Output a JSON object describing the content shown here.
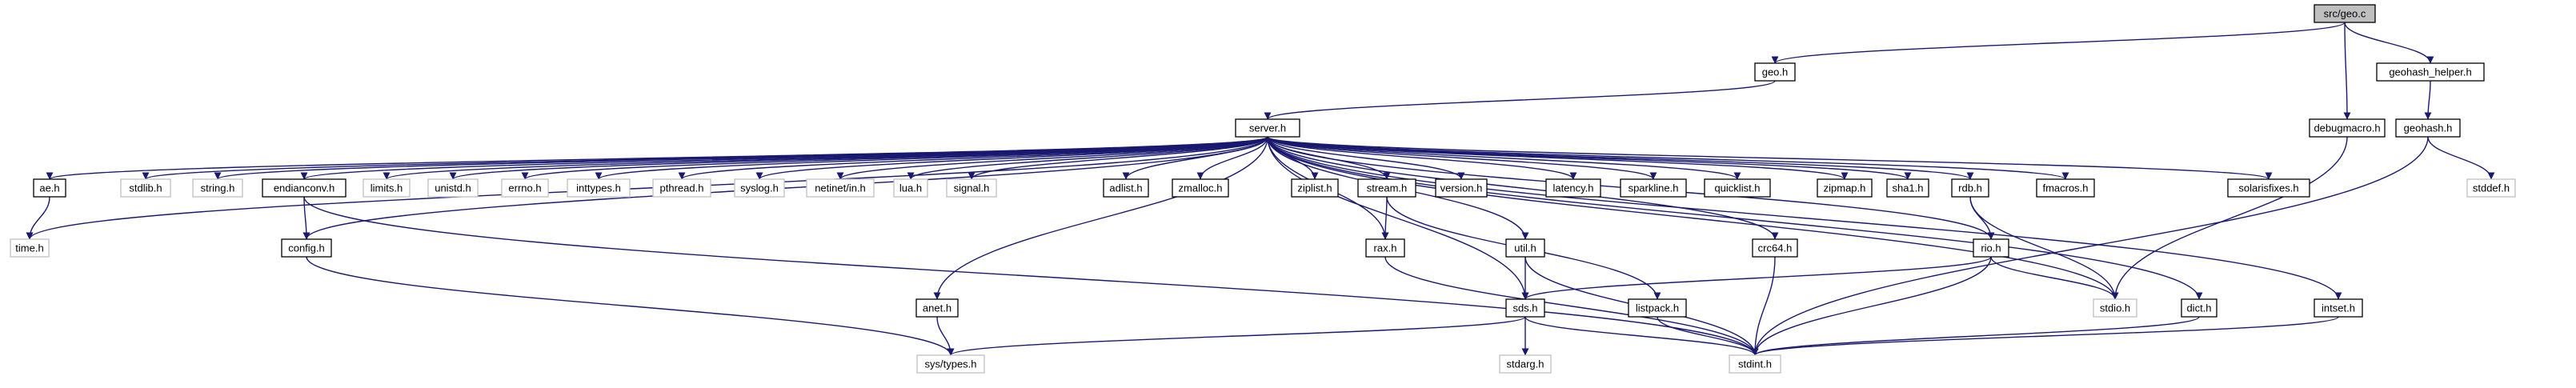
{
  "colors": {
    "edge": "#191970",
    "root_fill": "#bfbfbf",
    "node_fill": "#ffffff",
    "node_stroke": "#000000",
    "external_stroke": "#bfbfbf"
  },
  "nodes": [
    {
      "id": "geo_c",
      "label": "src/geo.c",
      "kind": "root"
    },
    {
      "id": "geo_h",
      "label": "geo.h",
      "kind": "local"
    },
    {
      "id": "debugmacro_h",
      "label": "debugmacro.h",
      "kind": "local"
    },
    {
      "id": "geohash_helper_h",
      "label": "geohash_helper.h",
      "kind": "local"
    },
    {
      "id": "server_h",
      "label": "server.h",
      "kind": "local"
    },
    {
      "id": "geohash_h",
      "label": "geohash.h",
      "kind": "local"
    },
    {
      "id": "ae_h",
      "label": "ae.h",
      "kind": "local"
    },
    {
      "id": "stdlib_h",
      "label": "stdlib.h",
      "kind": "external"
    },
    {
      "id": "string_h",
      "label": "string.h",
      "kind": "external"
    },
    {
      "id": "endianconv_h",
      "label": "endianconv.h",
      "kind": "local"
    },
    {
      "id": "limits_h",
      "label": "limits.h",
      "kind": "external"
    },
    {
      "id": "unistd_h",
      "label": "unistd.h",
      "kind": "external"
    },
    {
      "id": "errno_h",
      "label": "errno.h",
      "kind": "external"
    },
    {
      "id": "inttypes_h",
      "label": "inttypes.h",
      "kind": "external"
    },
    {
      "id": "pthread_h",
      "label": "pthread.h",
      "kind": "external"
    },
    {
      "id": "syslog_h",
      "label": "syslog.h",
      "kind": "external"
    },
    {
      "id": "netinet_in_h",
      "label": "netinet/in.h",
      "kind": "external"
    },
    {
      "id": "lua_h",
      "label": "lua.h",
      "kind": "external"
    },
    {
      "id": "signal_h",
      "label": "signal.h",
      "kind": "external"
    },
    {
      "id": "adlist_h",
      "label": "adlist.h",
      "kind": "local"
    },
    {
      "id": "zmalloc_h",
      "label": "zmalloc.h",
      "kind": "local"
    },
    {
      "id": "ziplist_h",
      "label": "ziplist.h",
      "kind": "local"
    },
    {
      "id": "stream_h",
      "label": "stream.h",
      "kind": "local"
    },
    {
      "id": "version_h",
      "label": "version.h",
      "kind": "local"
    },
    {
      "id": "latency_h",
      "label": "latency.h",
      "kind": "local"
    },
    {
      "id": "sparkline_h",
      "label": "sparkline.h",
      "kind": "local"
    },
    {
      "id": "quicklist_h",
      "label": "quicklist.h",
      "kind": "local"
    },
    {
      "id": "zipmap_h",
      "label": "zipmap.h",
      "kind": "local"
    },
    {
      "id": "sha1_h",
      "label": "sha1.h",
      "kind": "local"
    },
    {
      "id": "rdb_h",
      "label": "rdb.h",
      "kind": "local"
    },
    {
      "id": "fmacros_h",
      "label": "fmacros.h",
      "kind": "local"
    },
    {
      "id": "solarisfixes_h",
      "label": "solarisfixes.h",
      "kind": "local"
    },
    {
      "id": "stddef_h",
      "label": "stddef.h",
      "kind": "external"
    },
    {
      "id": "time_h",
      "label": "time.h",
      "kind": "external"
    },
    {
      "id": "config_h",
      "label": "config.h",
      "kind": "local"
    },
    {
      "id": "util_h",
      "label": "util.h",
      "kind": "local"
    },
    {
      "id": "rax_h",
      "label": "rax.h",
      "kind": "local"
    },
    {
      "id": "crc64_h",
      "label": "crc64.h",
      "kind": "local"
    },
    {
      "id": "rio_h",
      "label": "rio.h",
      "kind": "local"
    },
    {
      "id": "anet_h",
      "label": "anet.h",
      "kind": "local"
    },
    {
      "id": "sds_h",
      "label": "sds.h",
      "kind": "local"
    },
    {
      "id": "listpack_h",
      "label": "listpack.h",
      "kind": "local"
    },
    {
      "id": "stdio_h",
      "label": "stdio.h",
      "kind": "external"
    },
    {
      "id": "dict_h",
      "label": "dict.h",
      "kind": "local"
    },
    {
      "id": "intset_h",
      "label": "intset.h",
      "kind": "local"
    },
    {
      "id": "sys_types_h",
      "label": "sys/types.h",
      "kind": "external"
    },
    {
      "id": "stdint_h",
      "label": "stdint.h",
      "kind": "external"
    },
    {
      "id": "stdarg_h",
      "label": "stdarg.h",
      "kind": "external"
    }
  ],
  "edges": [
    [
      "geo_c",
      "geo_h"
    ],
    [
      "geo_c",
      "debugmacro_h"
    ],
    [
      "geo_c",
      "geohash_helper_h"
    ],
    [
      "geo_h",
      "server_h"
    ],
    [
      "geohash_helper_h",
      "geohash_h"
    ],
    [
      "geohash_h",
      "stddef_h"
    ],
    [
      "geohash_h",
      "stdint_h"
    ],
    [
      "debugmacro_h",
      "stdio_h"
    ],
    [
      "server_h",
      "ae_h"
    ],
    [
      "server_h",
      "stdlib_h"
    ],
    [
      "server_h",
      "string_h"
    ],
    [
      "server_h",
      "endianconv_h"
    ],
    [
      "server_h",
      "limits_h"
    ],
    [
      "server_h",
      "unistd_h"
    ],
    [
      "server_h",
      "errno_h"
    ],
    [
      "server_h",
      "inttypes_h"
    ],
    [
      "server_h",
      "pthread_h"
    ],
    [
      "server_h",
      "syslog_h"
    ],
    [
      "server_h",
      "netinet_in_h"
    ],
    [
      "server_h",
      "lua_h"
    ],
    [
      "server_h",
      "signal_h"
    ],
    [
      "server_h",
      "adlist_h"
    ],
    [
      "server_h",
      "zmalloc_h"
    ],
    [
      "server_h",
      "ziplist_h"
    ],
    [
      "server_h",
      "stream_h"
    ],
    [
      "server_h",
      "version_h"
    ],
    [
      "server_h",
      "latency_h"
    ],
    [
      "server_h",
      "sparkline_h"
    ],
    [
      "server_h",
      "quicklist_h"
    ],
    [
      "server_h",
      "zipmap_h"
    ],
    [
      "server_h",
      "sha1_h"
    ],
    [
      "server_h",
      "rdb_h"
    ],
    [
      "server_h",
      "fmacros_h"
    ],
    [
      "server_h",
      "solarisfixes_h"
    ],
    [
      "server_h",
      "time_h"
    ],
    [
      "server_h",
      "config_h"
    ],
    [
      "server_h",
      "util_h"
    ],
    [
      "server_h",
      "rax_h"
    ],
    [
      "server_h",
      "crc64_h"
    ],
    [
      "server_h",
      "rio_h"
    ],
    [
      "server_h",
      "anet_h"
    ],
    [
      "server_h",
      "sds_h"
    ],
    [
      "server_h",
      "stdio_h"
    ],
    [
      "server_h",
      "dict_h"
    ],
    [
      "server_h",
      "intset_h"
    ],
    [
      "ae_h",
      "time_h"
    ],
    [
      "endianconv_h",
      "config_h"
    ],
    [
      "endianconv_h",
      "stdint_h"
    ],
    [
      "config_h",
      "sys_types_h"
    ],
    [
      "stream_h",
      "rax_h"
    ],
    [
      "stream_h",
      "listpack_h"
    ],
    [
      "rax_h",
      "stdint_h"
    ],
    [
      "util_h",
      "sds_h"
    ],
    [
      "util_h",
      "stdint_h"
    ],
    [
      "crc64_h",
      "stdint_h"
    ],
    [
      "rdb_h",
      "rio_h"
    ],
    [
      "rdb_h",
      "stdio_h"
    ],
    [
      "rio_h",
      "sds_h"
    ],
    [
      "rio_h",
      "stdio_h"
    ],
    [
      "rio_h",
      "stdint_h"
    ],
    [
      "anet_h",
      "sys_types_h"
    ],
    [
      "sds_h",
      "sys_types_h"
    ],
    [
      "sds_h",
      "stdarg_h"
    ],
    [
      "sds_h",
      "stdint_h"
    ],
    [
      "listpack_h",
      "stdint_h"
    ],
    [
      "dict_h",
      "stdint_h"
    ],
    [
      "intset_h",
      "stdint_h"
    ]
  ]
}
